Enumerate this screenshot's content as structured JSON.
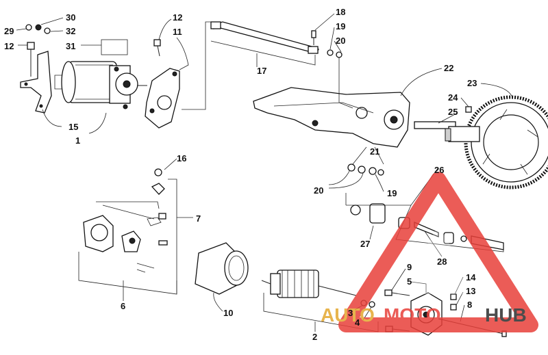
{
  "diagram": {
    "labels": {
      "p1": "1",
      "p2": "2",
      "p3": "3",
      "p4": "4",
      "p5": "5",
      "p6": "6",
      "p7": "7",
      "p8": "8",
      "p9": "9",
      "p10": "10",
      "p11": "11",
      "p12a": "12",
      "p12b": "12",
      "p13": "13",
      "p14": "14",
      "p15": "15",
      "p16": "16",
      "p17": "17",
      "p18": "18",
      "p19a": "19",
      "p19b": "19",
      "p20a": "20",
      "p20b": "20",
      "p21": "21",
      "p22": "22",
      "p23": "23",
      "p24": "24",
      "p25": "25",
      "p26": "26",
      "p27": "27",
      "p28": "28",
      "p29": "29",
      "p30": "30",
      "p31": "31",
      "p32": "32"
    },
    "watermark": {
      "text_left": "AUTO",
      "text_mid": "MOTO",
      "text_right": "HUB",
      "color_red": "#e8403a",
      "color_gold": "#e3a72f",
      "color_dark": "#2d2d2d"
    }
  }
}
